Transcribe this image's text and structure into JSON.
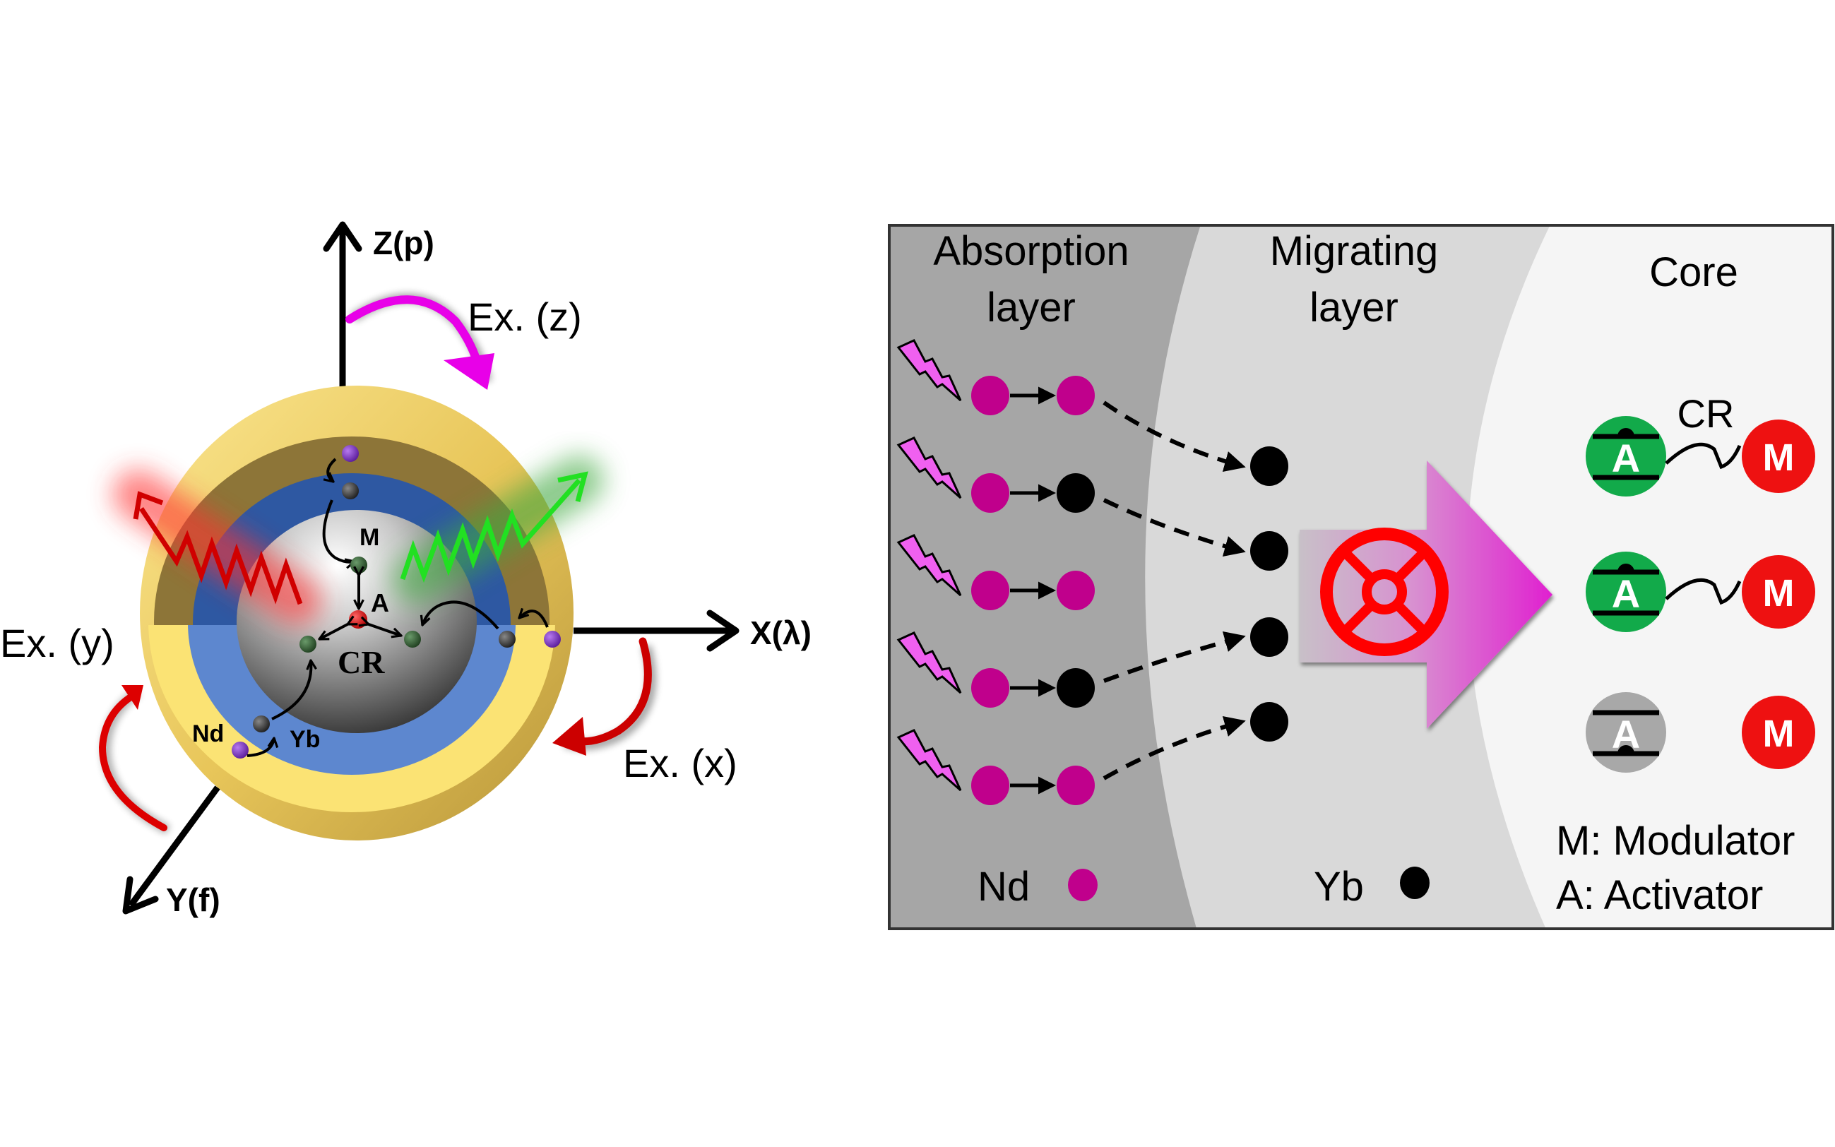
{
  "left_panel": {
    "axes": {
      "z": "Z(p)",
      "x": "X(λ)",
      "y": "Y(f)"
    },
    "excitations": {
      "z": "Ex. (z)",
      "x": "Ex. (x)",
      "y": "Ex. (y)"
    },
    "particle_labels": {
      "modulator": "M",
      "activator": "A",
      "cross_relaxation": "CR",
      "neodymium": "Nd",
      "ytterbium": "Yb"
    },
    "emissions": {
      "red": "red-emission",
      "green": "green-emission"
    },
    "colors": {
      "outer_shell": "#f2d36b",
      "outer_shell_dark": "#8a7338",
      "middle_shell": "#5b86cc",
      "middle_shell_dark": "#2c57a0",
      "core": "#a0a0a0",
      "nd_ion": "#7a2fc0",
      "yb_ion": "#333333",
      "activator_ion": "#e00000",
      "modulator_ion": "#2f5d2f",
      "ex_z_arrow": "#e800e8",
      "ex_xy_arrow": "#dd0000",
      "red_emission": "#dd0000",
      "green_emission": "#22dd22"
    }
  },
  "right_panel": {
    "regions": {
      "absorption": [
        "Absorption",
        "layer"
      ],
      "migrating": [
        "Migrating",
        "layer"
      ],
      "core": "Core"
    },
    "absorption_rows": [
      {
        "first": "Nd",
        "second": "Nd"
      },
      {
        "first": "Nd",
        "second": "Yb"
      },
      {
        "first": "Nd",
        "second": "Nd"
      },
      {
        "first": "Nd",
        "second": "Yb"
      },
      {
        "first": "Nd",
        "second": "Nd"
      }
    ],
    "migrating_yb_count": 4,
    "cr_label": "CR",
    "core_pairs": [
      {
        "activator": "A",
        "modulator": "M",
        "state": "active",
        "linked": true
      },
      {
        "activator": "A",
        "modulator": "M",
        "state": "active",
        "linked": true
      },
      {
        "activator": "A",
        "modulator": "M",
        "state": "inactive",
        "linked": false
      }
    ],
    "legend": {
      "nd": "Nd",
      "yb": "Yb",
      "modulator": "M: Modulator",
      "activator": "A: Activator"
    },
    "colors": {
      "absorption_bg": "#a6a6a6",
      "migrating_bg": "#d9d9d9",
      "core_bg": "#f5f5f5",
      "nd": "#c0008c",
      "yb": "#000000",
      "lightning": "#f060f0",
      "valve": "#ff0000",
      "arrow_start": "#c8b0c8",
      "arrow_end": "#e020d0",
      "activator_active": "#12aa4a",
      "activator_inactive": "#a8a8a8",
      "modulator": "#ee1111"
    }
  }
}
